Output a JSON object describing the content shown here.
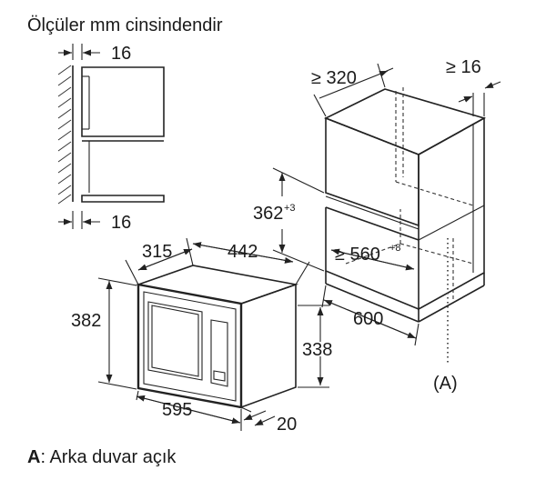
{
  "header": {
    "units_note": "Ölçüler mm cinsindendir"
  },
  "side_detail": {
    "top_gap": "16",
    "bottom_gap": "16"
  },
  "oven": {
    "depth": "315",
    "width_top": "442",
    "height_outer": "382",
    "height_body": "338",
    "width_front": "595",
    "frame_depth": "20"
  },
  "cabinet": {
    "min_depth": "≥ 320",
    "min_rear_gap": "≥ 16",
    "niche_height": "362",
    "niche_height_tol": "+3",
    "niche_width": "≥ 560",
    "niche_width_tol": "+8",
    "width": "600",
    "marker": "(A)"
  },
  "footer": {
    "legend_key": "A",
    "legend_text": ": Arka duvar açık"
  }
}
